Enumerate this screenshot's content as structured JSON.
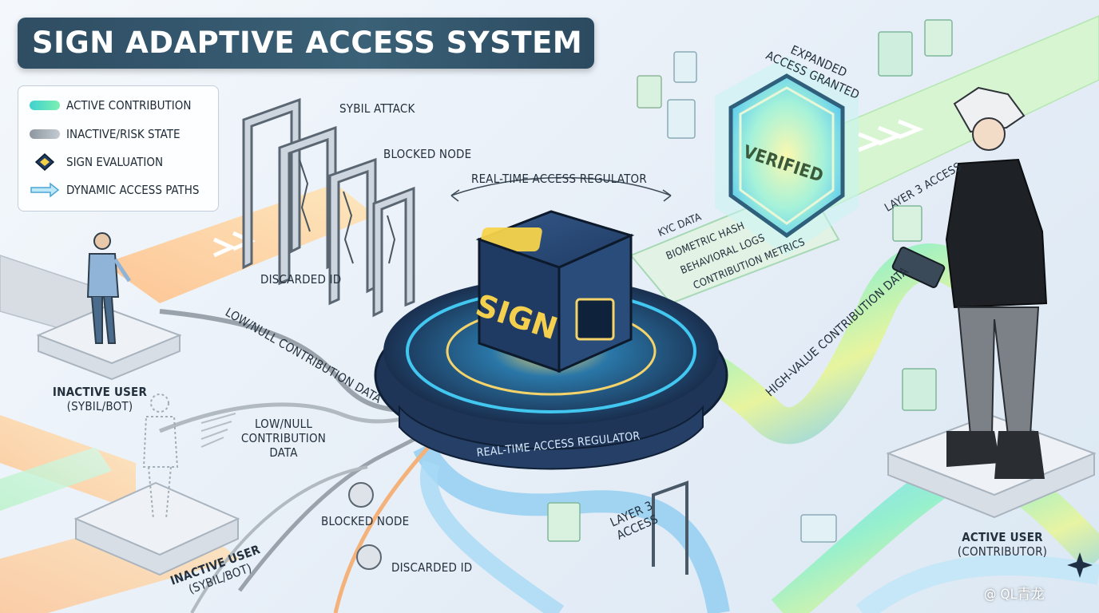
{
  "title": "SIGN ADAPTIVE ACCESS SYSTEM",
  "legend": {
    "items": [
      {
        "label": "ACTIVE CONTRIBUTION",
        "swatch": "active-contribution-swatch",
        "color": "#3fd1d1"
      },
      {
        "label": "INACTIVE/RISK STATE",
        "swatch": "inactive-risk-swatch",
        "color": "#9aa3ab"
      },
      {
        "label": "SIGN EVALUATION",
        "swatch": "sign-evaluation-icon",
        "color": "#1f3b63"
      },
      {
        "label": "DYNAMIC ACCESS PATHS",
        "swatch": "dynamic-path-arrow-icon",
        "color": "#5fc1e8"
      }
    ]
  },
  "labels": {
    "sybil_attack": "SYBIL ATTACK",
    "blocked_node_top": "BLOCKED NODE",
    "discarded_id_top": "DISCARDED ID",
    "regulator_top": "REAL-TIME ACCESS REGULATOR",
    "regulator_ring": "REAL-TIME ACCESS REGULATOR",
    "low_null_path": "LOW/NULL CONTRIBUTION DATA",
    "low_null_lines": [
      "LOW/NULL",
      "CONTRIBUTION",
      "DATA"
    ],
    "blocked_node_bottom": "BLOCKED NODE",
    "discarded_id_bottom": "DISCARDED ID",
    "inactive_user_1": [
      "INACTIVE USER",
      "(SYBIL/BOT)"
    ],
    "inactive_user_2": [
      "INACTIVE USER",
      "(SYBIL/BOT)"
    ],
    "active_user": [
      "ACTIVE USER",
      "(CONTRIBUTOR)"
    ],
    "kyc_data": "KYC DATA",
    "biometric_hash": "BIOMETRIC HASH",
    "behavioral_logs": "BEHAVIORAL LOGS",
    "contribution_metrics": "CONTRIBUTION METRICS",
    "verified": "VERIFIED",
    "expanded_access": [
      "EXPANDED",
      "ACCESS GRANTED"
    ],
    "layer3_right": "LAYER 3 ACCESS",
    "layer3_bottom": [
      "LAYER 3",
      "ACCESS"
    ],
    "high_value": "HIGH-VALUE CONTRIBUTION DATA",
    "sign_cube": "SIGN",
    "watermark": "@ QL青龙"
  }
}
